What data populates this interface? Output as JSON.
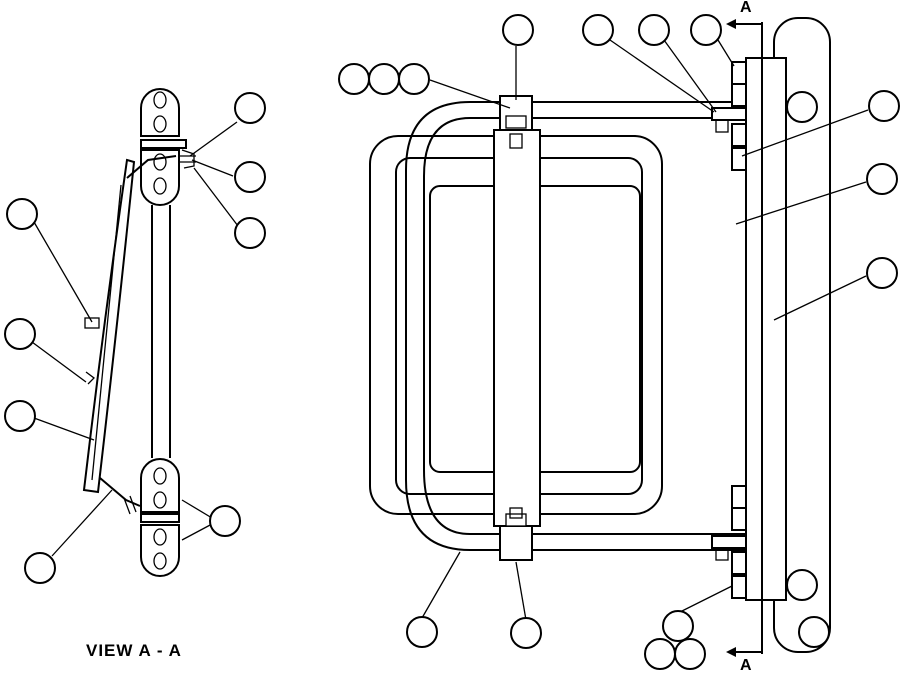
{
  "view_label": "VIEW A - A",
  "section_marker_top": "A",
  "section_marker_bottom": "A",
  "callout_count": 26,
  "colors": {
    "line": "#000000",
    "background": "#ffffff"
  }
}
